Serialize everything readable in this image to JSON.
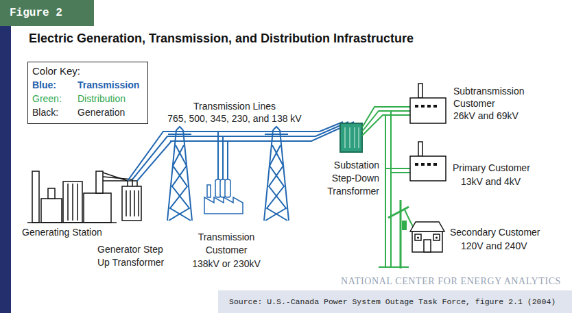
{
  "diagram": {
    "title": "Electric Generation, Transmission, and Distribution Infrastructure",
    "nodes": [
      {
        "text": [
          "Figure 2"
        ]
      },
      {
        "text": [
          "Source: U.S.-Canada Power System Outage Task Force, figure 2.1 (2004)"
        ]
      }
    ],
    "labels": [
      "Color Key:",
      "Blue:",
      "Green:",
      "Black:",
      "Transmission Lines",
      "765, 500, 345, 230, and 138 kV",
      "Subtransmission Customer",
      "26kV and 69kV",
      "Primary Customer",
      "13kV and 4kV",
      "Substation Step-Down Transformer",
      "Secondary Customer",
      "120V and 240V",
      "Generating Station",
      "Generator Step Up Transformer",
      "Transmission Customer",
      "138kV or 230kV",
      "NATIONAL CENTER FOR ENERGY ANALYTICS"
    ],
    "legend": [
      {
        "text": "Transmission",
        "color": "#1f5fae"
      },
      {
        "text": "Distribution",
        "color": "#2fa84f"
      },
      {
        "text": "Generation",
        "color": "#222222"
      }
    ]
  }
}
